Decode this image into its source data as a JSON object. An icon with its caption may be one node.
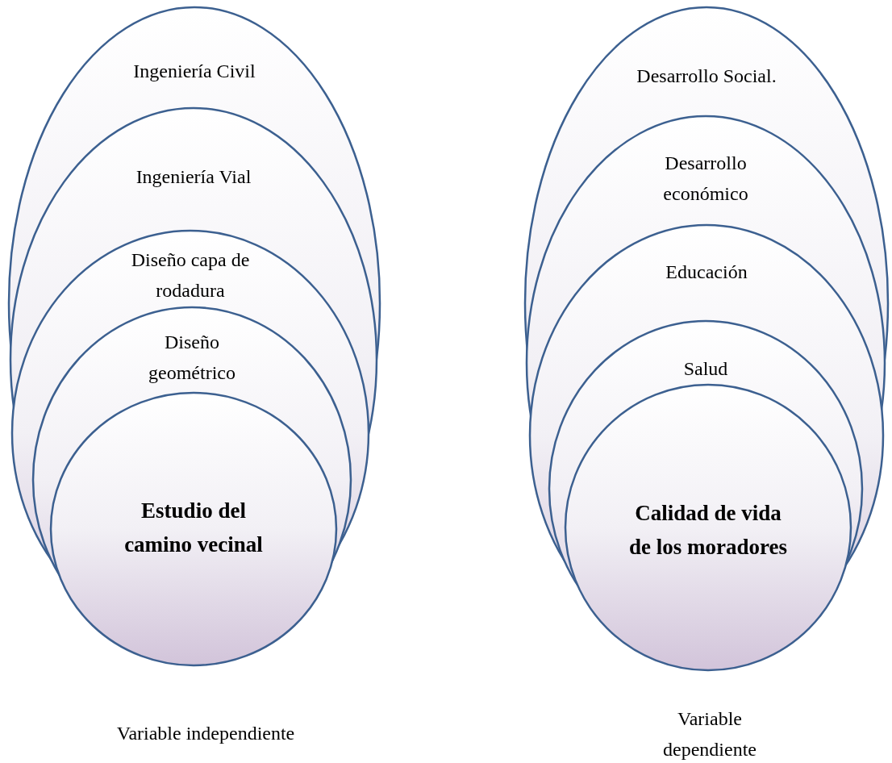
{
  "diagram": {
    "nodes": [
      {
        "text": [
          "Ingeniería Civil"
        ]
      },
      {
        "text": [
          "Ingeniería Vial"
        ],
        "in": 0
      },
      {
        "text": [
          "Diseño capa de rodadura"
        ],
        "in": 1
      },
      {
        "text": [
          "Diseño geométrico"
        ],
        "in": 2
      },
      {
        "text": [
          "Estudio del camino vecinal"
        ],
        "in": 3
      },
      {
        "text": [
          "Desarrollo Social."
        ]
      },
      {
        "text": [
          "Desarrollo económico"
        ],
        "in": 5
      },
      {
        "text": [
          "Educación"
        ],
        "in": 6
      },
      {
        "text": [
          "Salud"
        ],
        "in": 7
      },
      {
        "text": [
          "Calidad de vida de los moradores"
        ],
        "in": 8
      }
    ],
    "edges": [],
    "labels": [
      "Variable independiente",
      "Variable dependiente"
    ]
  }
}
